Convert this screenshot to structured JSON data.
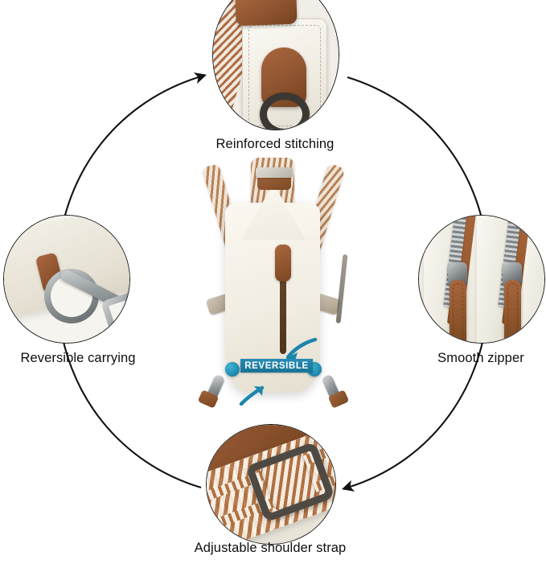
{
  "infographic": {
    "layout": "clockwise-cycle",
    "background_color": "#ffffff",
    "arc_color": "#121212",
    "caption_color": "#0e0e0e",
    "product": {
      "name": "sling-crossbody-bag",
      "body_color": "#f1ede2",
      "leather_color": "#8f5430",
      "strap_pattern": "woven-chevron",
      "strap_colors": [
        "#b5835a",
        "#f0e4d5"
      ],
      "badge": {
        "label": "REVERSIBLE",
        "background_color": "#1d7fa6",
        "text_color": "#ffffff"
      },
      "accent_color": "#1d86ab"
    },
    "features": [
      {
        "id": "reinforced-stitching",
        "position": "top",
        "caption": "Reinforced stitching",
        "photo_subject": "leather-loop-with-metal-d-ring-and-stitched-panel"
      },
      {
        "id": "smooth-zipper",
        "position": "right",
        "caption": "Smooth zipper",
        "photo_subject": "two-metal-zippers-with-leather-pulls"
      },
      {
        "id": "adjustable-shoulder-strap",
        "position": "bottom",
        "caption": "Adjustable shoulder strap",
        "photo_subject": "metal-slider-buckle-on-patterned-woven-strap"
      },
      {
        "id": "reversible-carrying",
        "position": "left",
        "caption": "Reversible carrying",
        "photo_subject": "swivel-snap-hook-clipped-to-bag-loop"
      }
    ]
  }
}
